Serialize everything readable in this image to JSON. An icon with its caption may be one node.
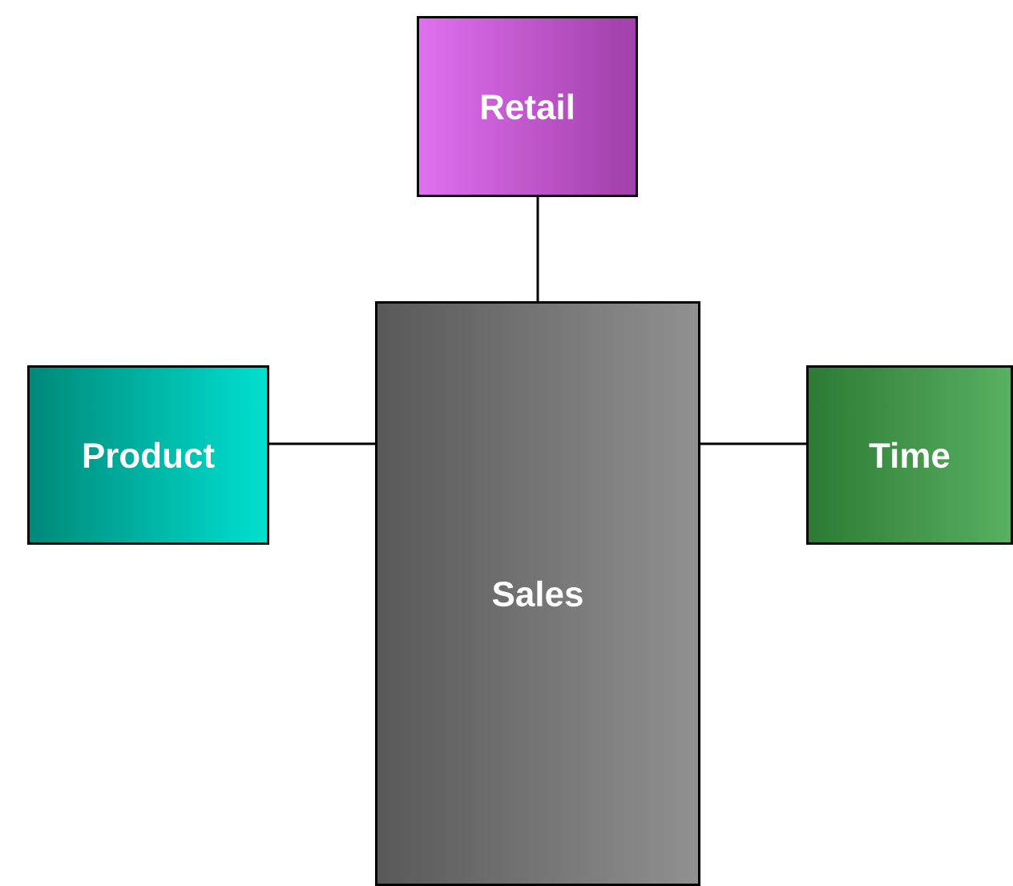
{
  "diagram": {
    "nodes": [
      {
        "text": [
          "Retail"
        ]
      },
      {
        "text": [
          "Product"
        ]
      },
      {
        "text": [
          "Sales"
        ]
      },
      {
        "text": [
          "Time"
        ]
      }
    ],
    "edges": [
      {
        "from": 0,
        "to": 2,
        "arrow": "none"
      },
      {
        "from": 1,
        "to": 2,
        "arrow": "none"
      },
      {
        "from": 2,
        "to": 3,
        "arrow": "none"
      }
    ]
  }
}
